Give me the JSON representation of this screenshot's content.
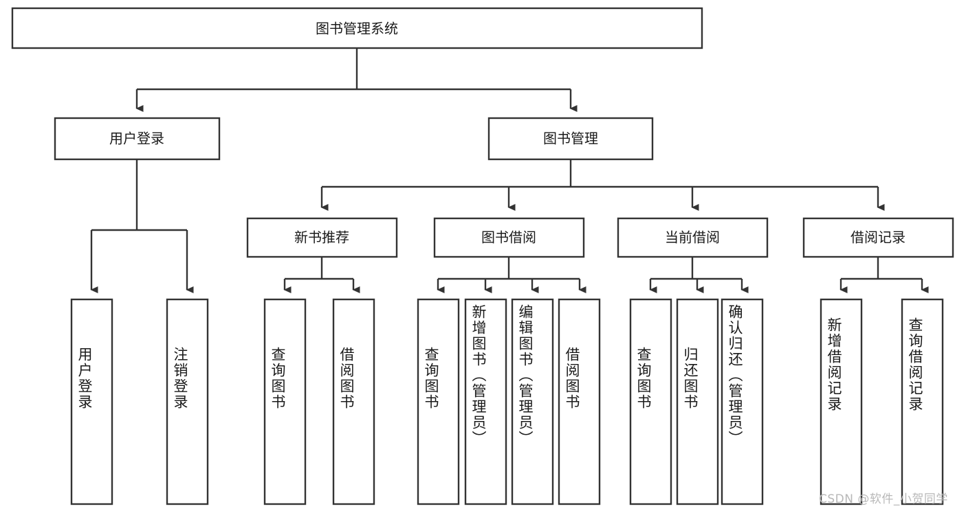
{
  "diagram": {
    "title": "图书管理系统",
    "type": "hierarchy-tree",
    "root": {
      "label": "图书管理系统",
      "children": [
        {
          "label": "用户登录",
          "children": [
            {
              "label": "用户登录"
            },
            {
              "label": "注销登录"
            }
          ]
        },
        {
          "label": "图书管理",
          "children": [
            {
              "label": "新书推荐",
              "children": [
                {
                  "label": "查询图书"
                },
                {
                  "label": "借阅图书"
                }
              ]
            },
            {
              "label": "图书借阅",
              "children": [
                {
                  "label": "查询图书"
                },
                {
                  "label": "新增图书（管理员）"
                },
                {
                  "label": "编辑图书（管理员）"
                },
                {
                  "label": "借阅图书"
                }
              ]
            },
            {
              "label": "当前借阅",
              "children": [
                {
                  "label": "查询图书"
                },
                {
                  "label": "归还图书"
                },
                {
                  "label": "确认归还（管理员）"
                }
              ]
            },
            {
              "label": "借阅记录",
              "children": [
                {
                  "label": "新增借阅记录"
                },
                {
                  "label": "查询借阅记录"
                }
              ]
            }
          ]
        }
      ]
    },
    "nodes": {
      "root": "图书管理系统",
      "user_login": "用户登录",
      "book_manage": "图书管理",
      "new_book_rec": "新书推荐",
      "book_borrow": "图书借阅",
      "current_borrow": "当前借阅",
      "borrow_record": "借阅记录",
      "leaf_user_login": "用户登录",
      "leaf_logout": "注销登录",
      "leaf_query_book_1": "查询图书",
      "leaf_borrow_book_1": "借阅图书",
      "leaf_query_book_2": "查询图书",
      "leaf_add_book": "新增图书（管理员）",
      "leaf_edit_book": "编辑图书（管理员）",
      "leaf_borrow_book_2": "借阅图书",
      "leaf_query_book_3": "查询图书",
      "leaf_return_book": "归还图书",
      "leaf_confirm_return": "确认归还（管理员）",
      "leaf_add_record": "新增借阅记录",
      "leaf_query_record": "查询借阅记录"
    },
    "colors": {
      "stroke": "#333333",
      "fill": "#ffffff",
      "text": "#1a1a1a",
      "background": "#ffffff",
      "watermark": "#b8b8b8"
    }
  },
  "watermark": {
    "text": "CSDN @软件_小贺同学"
  }
}
